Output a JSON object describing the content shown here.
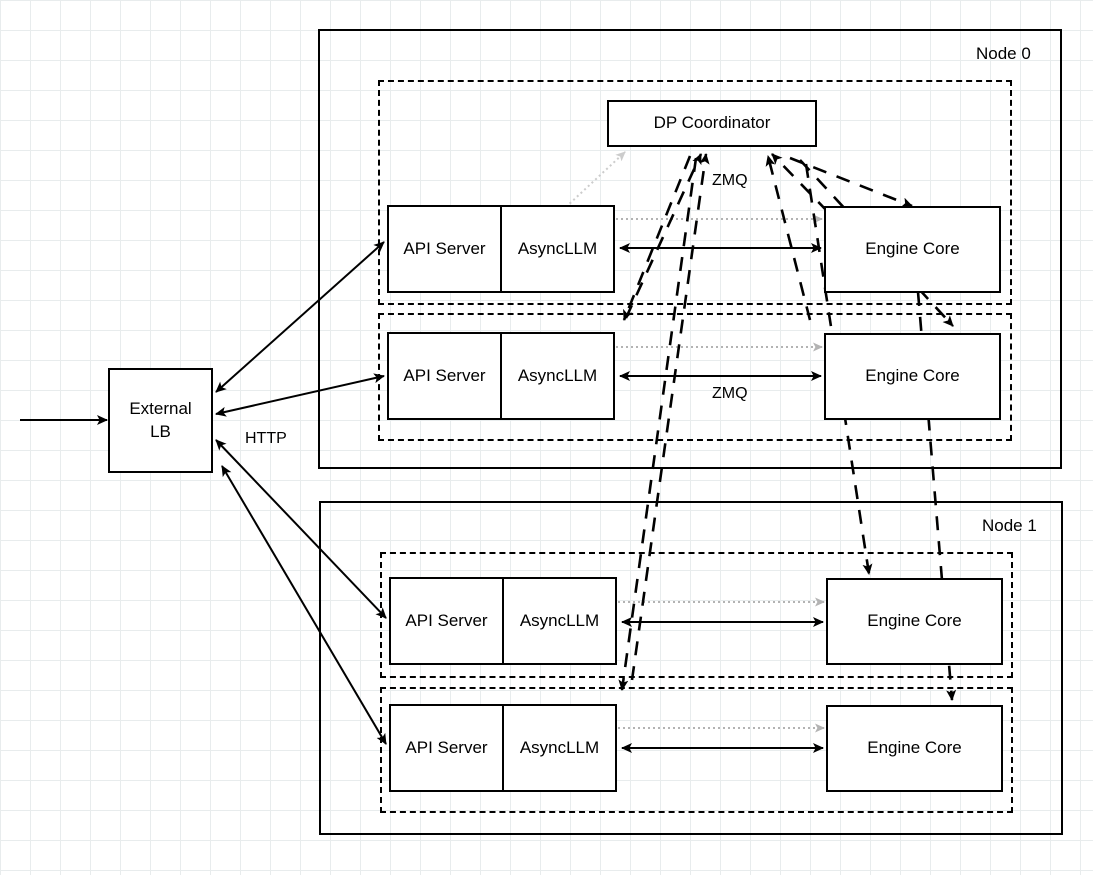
{
  "diagram": {
    "title": "vLLM data-parallel deployment architecture",
    "background": "#ffffff",
    "grid_color": "#e8eced",
    "stroke_color": "#000000",
    "dotted_edge_color": "#b3b3b3"
  },
  "external": {
    "lb_label_line1": "External",
    "lb_label_line2": "LB",
    "http_label": "HTTP"
  },
  "nodes": [
    {
      "label": "Node 0"
    },
    {
      "label": "Node 1"
    }
  ],
  "coordinator": {
    "label": "DP Coordinator"
  },
  "units": [
    {
      "api_label": "API Server",
      "async_label": "AsyncLLM",
      "engine_label": "Engine Core",
      "node": "Node 0"
    },
    {
      "api_label": "API Server",
      "async_label": "AsyncLLM",
      "engine_label": "Engine Core",
      "node": "Node 0"
    },
    {
      "api_label": "API Server",
      "async_label": "AsyncLLM",
      "engine_label": "Engine Core",
      "node": "Node 1"
    },
    {
      "api_label": "API Server",
      "async_label": "AsyncLLM",
      "engine_label": "Engine Core",
      "node": "Node 1"
    }
  ],
  "edge_labels": [
    {
      "text": "ZMQ"
    },
    {
      "text": "ZMQ"
    }
  ]
}
